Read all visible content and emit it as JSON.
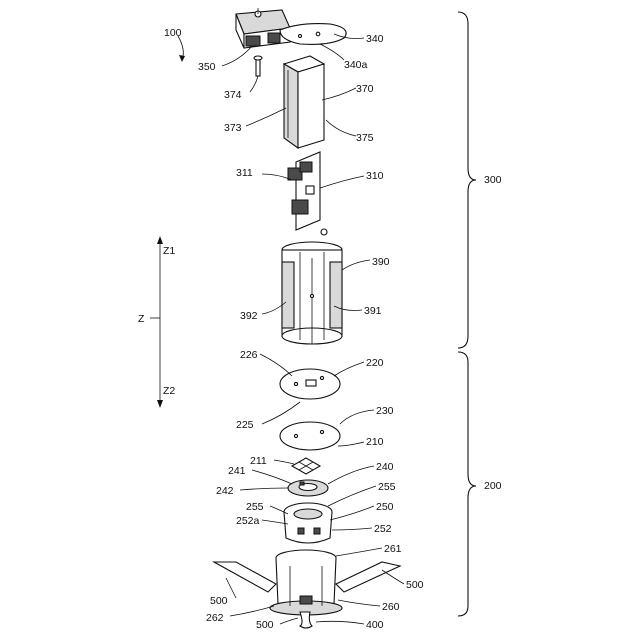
{
  "figure": {
    "labels": {
      "l100": "100",
      "l340": "340",
      "l350": "350",
      "l340a": "340a",
      "l374": "374",
      "l370": "370",
      "l373": "373",
      "l375": "375",
      "l311": "311",
      "l310": "310",
      "l300": "300",
      "lZ1": "Z1",
      "lZ": "Z",
      "lZ2": "Z2",
      "l390": "390",
      "l392": "392",
      "l391": "391",
      "l226": "226",
      "l220": "220",
      "l225": "225",
      "l230": "230",
      "l210": "210",
      "l211": "211",
      "l241": "241",
      "l240": "240",
      "l242": "242",
      "l255a": "255",
      "l255b": "255",
      "l250": "250",
      "l252a": "252a",
      "l252": "252",
      "l261": "261",
      "l200": "200",
      "l500a": "500",
      "l500b": "500",
      "l500c": "500",
      "l260": "260",
      "l262": "262",
      "l400": "400"
    }
  }
}
